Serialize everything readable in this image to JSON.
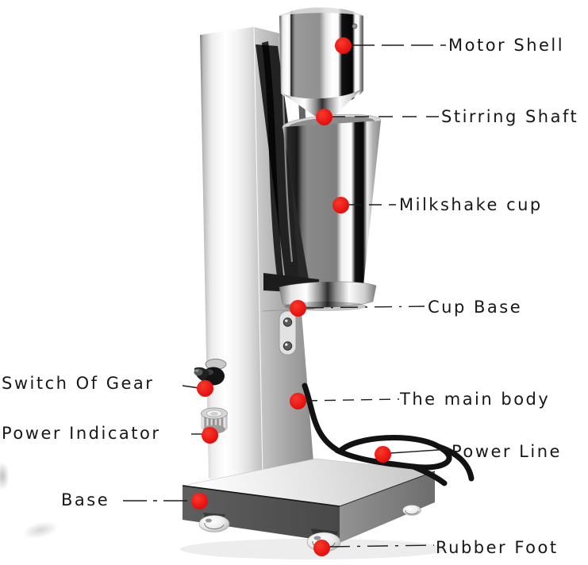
{
  "figure": {
    "type": "labeled-product-callout-diagram",
    "colors": {
      "accent": "#e90f0f",
      "label_text": "#171717",
      "background": "#ffffff"
    },
    "labels": {
      "motor_shell": "Motor Shell",
      "stirring_shaft": "Stirring Shaft",
      "milkshake_cup": "Milkshake cup",
      "cup_base": "Cup Base",
      "switch_of_gear": "Switch Of Gear",
      "power_indicator": "Power Indicator",
      "main_body": "The main body",
      "power_line": "Power Line",
      "base": "Base",
      "rubber_foot": "Rubber Foot"
    }
  }
}
